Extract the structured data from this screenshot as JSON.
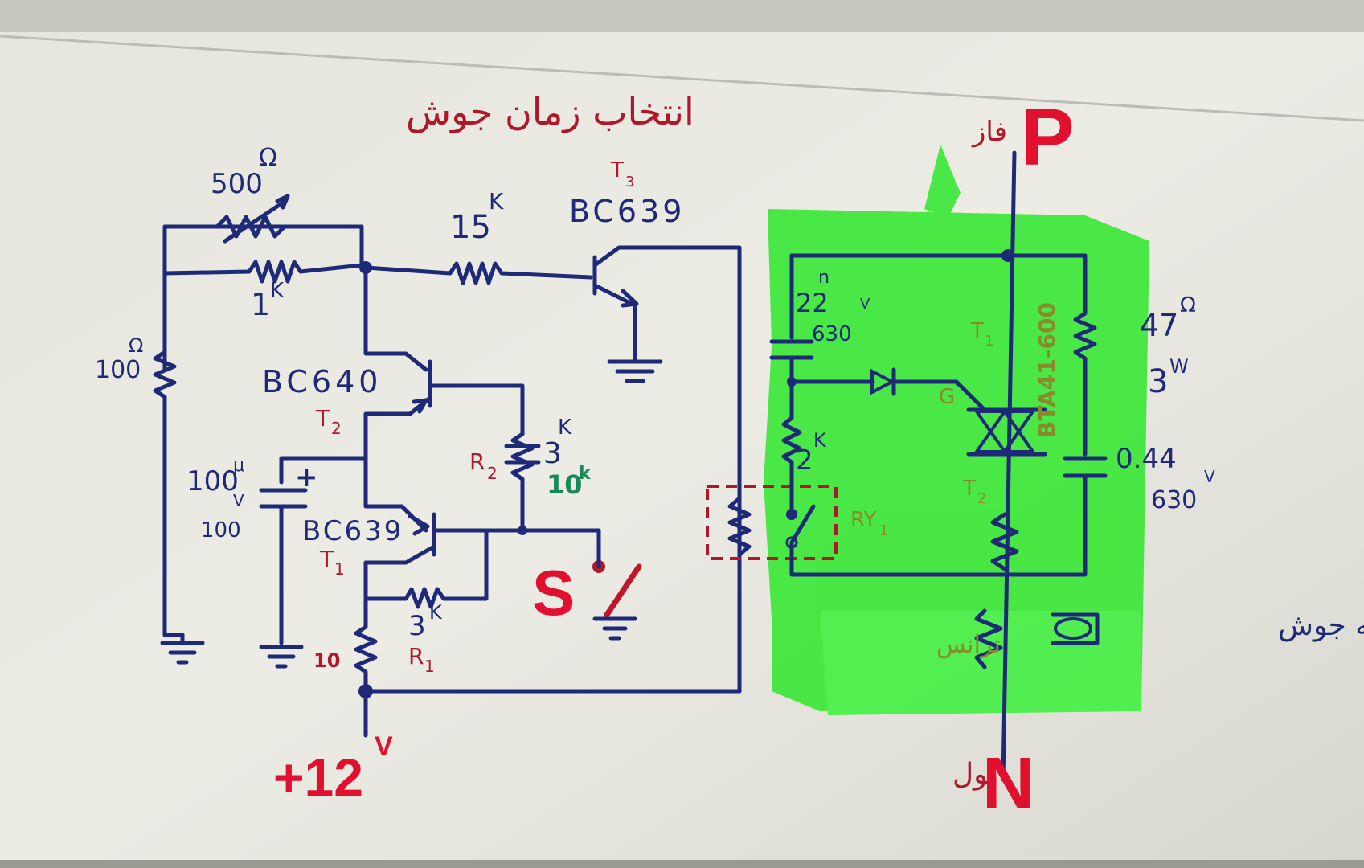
{
  "title": "انتخاب زمان جوش",
  "labels": {
    "pot_value": "500",
    "pot_unit": "Ω",
    "r_top": "1",
    "r_top_unit": "K",
    "r_left": "100",
    "r_left_unit": "Ω",
    "r_15k": "15",
    "r_15k_unit": "K",
    "t3_label": "T",
    "t3_sub": "3",
    "t3_part": "BC639",
    "t2_part": "BC640",
    "t2_label": "T",
    "t2_sub": "2",
    "cap_value": "100",
    "cap_unit": "μ",
    "cap_volt": "100",
    "cap_volt_unit": "V",
    "cap_plus": "+",
    "t1_part": "BC639",
    "t1_label": "T",
    "t1_sub": "1",
    "r2_label": "R",
    "r2_sub": "2",
    "r2_value": "3",
    "r2_value_unit": "K",
    "r2_new_value": "10",
    "r2_new_unit": "k",
    "r1_value": "3",
    "r1_value_unit": "K",
    "r1_label": "R",
    "r1_sub": "1",
    "r_bottom": "10",
    "switch_label": "S",
    "supply": "+12",
    "supply_unit": "V",
    "phase_fa": "فاز",
    "phase_big": "P",
    "neutral_fa": "نول",
    "neutral_big": "N",
    "snub_cap": "22",
    "snub_cap_unit": "n",
    "snub_cap_volt": "630",
    "snub_cap_volt_unit": "V",
    "r_2k": "2",
    "r_2k_unit": "K",
    "tr_t1": "T",
    "tr_t1_sub": "1",
    "gate": "G",
    "tr_t2": "T",
    "tr_t2_sub": "2",
    "triac_part": "BTA41-600",
    "relay": "RY",
    "relay_sub": "1",
    "r_47": "47",
    "r_47_unit": "Ω",
    "r_47_power": "3",
    "r_47_power_unit": "W",
    "cap_right": "0.44",
    "cap_right_volt": "630",
    "cap_right_volt_unit": "V",
    "trans_fa": "ترانس",
    "weld_point_fa": "نقطه جوش"
  },
  "colors": {
    "ink_blue": "#1e2a78",
    "ink_red": "#b0182a",
    "highlight_red": "#e0102e",
    "highlight_green": "#2ee82a"
  }
}
